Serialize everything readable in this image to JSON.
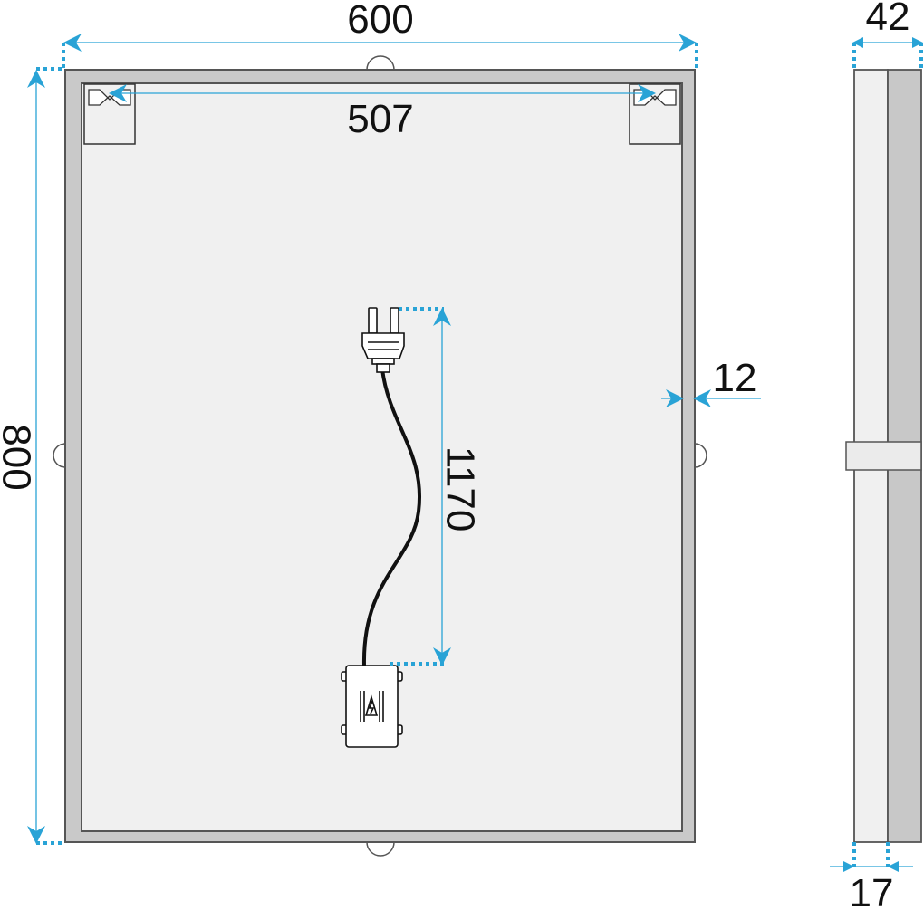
{
  "dimensions": {
    "width": "600",
    "height": "800",
    "hook_spacing": "507",
    "cable_length": "1170",
    "frame_inset": "12",
    "depth_total": "42",
    "depth_mirror": "17"
  },
  "colors": {
    "dimension_line": "#29a3d6",
    "outline": "#555555",
    "frame_fill": "#c9c9c9",
    "mirror_fill": "#f0f0f0",
    "side_dark": "#c8c8c8",
    "cable": "#111111"
  }
}
